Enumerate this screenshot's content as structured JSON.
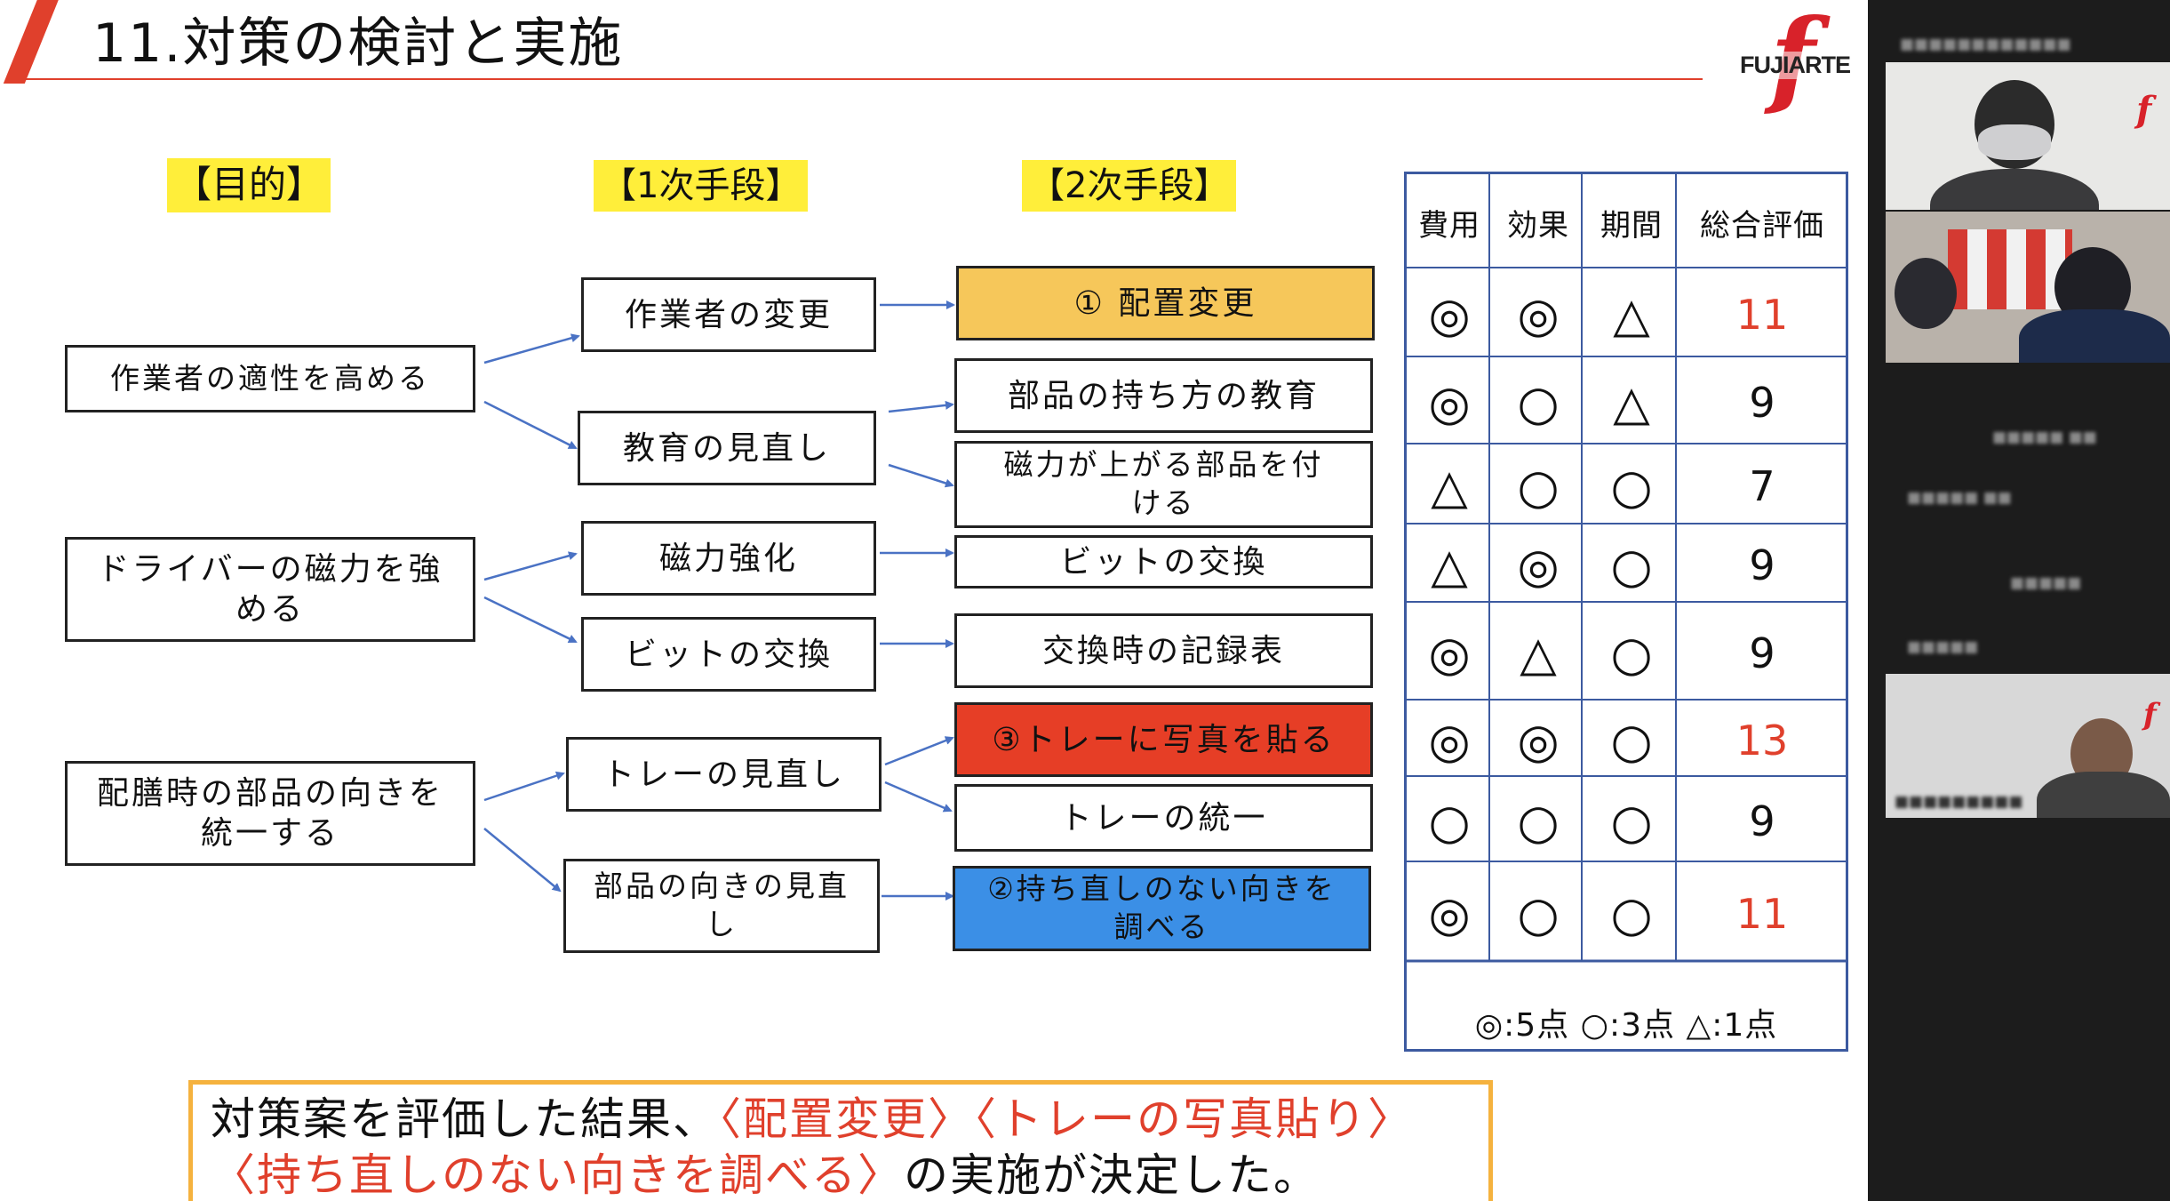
{
  "slide": {
    "title": "11.対策の検討と実施",
    "logo_text": "FUJIARTE",
    "col_heads": {
      "purpose": "【目的】",
      "primary": "【1次手段】",
      "secondary": "【2次手段】"
    },
    "purposes": [
      "作業者の適性を高める",
      "ドライバーの磁力を強める",
      "配膳時の部品の向きを統一する"
    ],
    "primary_means": [
      "作業者の変更",
      "教育の見直し",
      "磁力強化",
      "ビットの交換",
      "トレーの見直し",
      "部品の向きの見直し"
    ],
    "secondary_means": [
      "① 配置変更",
      "部品の持ち方の教育",
      "磁力が上がる部品を付ける",
      "ビットの交換",
      "交換時の記録表",
      "③トレーに写真を貼る",
      "トレーの統一",
      "②持ち直しのない向きを調べる"
    ],
    "table": {
      "headers": [
        "費用",
        "効果",
        "期間",
        "総合評価"
      ],
      "rows": [
        [
          "◎",
          "◎",
          "△",
          "11"
        ],
        [
          "◎",
          "○",
          "△",
          "9"
        ],
        [
          "△",
          "○",
          "○",
          "7"
        ],
        [
          "△",
          "◎",
          "○",
          "9"
        ],
        [
          "◎",
          "△",
          "○",
          "9"
        ],
        [
          "◎",
          "◎",
          "○",
          "13"
        ],
        [
          "○",
          "○",
          "○",
          "9"
        ],
        [
          "◎",
          "○",
          "○",
          "11"
        ]
      ],
      "legend": "◎:5点 ○:3点 △:1点"
    },
    "conclusion": {
      "p1": "対策案を評価した結果、",
      "p2": "〈配置変更〉〈トレーの写真貼り〉",
      "p3": "〈持ち直しのない向きを調べる〉",
      "p4": "の実施が決定した。"
    },
    "colors": {
      "accent": "#e0402c",
      "highlight_yellow": "#ffee3a",
      "box_yellow": "#f6c75a",
      "box_red": "#e63e26",
      "box_blue": "#3b8fe6",
      "table_border": "#3c5aa0",
      "conclusion_border": "#f5b23e"
    }
  }
}
